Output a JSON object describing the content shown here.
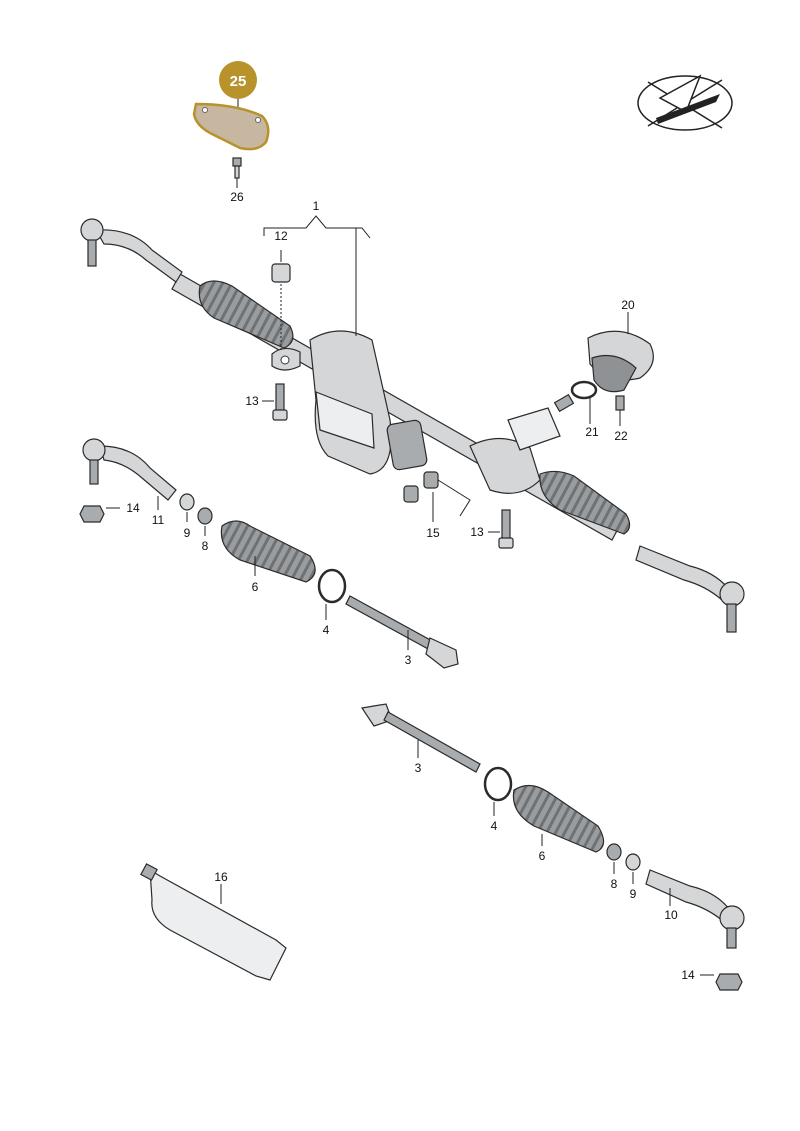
{
  "highlight": {
    "number": "25",
    "badge_color": "#b8922a",
    "fill_color": "#c7b7a0"
  },
  "callouts": {
    "c1": "1",
    "c3a": "3",
    "c3b": "3",
    "c4a": "4",
    "c4b": "4",
    "c6a": "6",
    "c6b": "6",
    "c8a": "8",
    "c8b": "8",
    "c9a": "9",
    "c9b": "9",
    "c10": "10",
    "c11": "11",
    "c12": "12",
    "c13a": "13",
    "c13b": "13",
    "c14a": "14",
    "c14b": "14",
    "c15": "15",
    "c16": "16",
    "c20": "20",
    "c21": "21",
    "c22": "22",
    "c26": "26"
  },
  "icons": {
    "corner_symbol": "paper-plane-crossed-icon"
  }
}
